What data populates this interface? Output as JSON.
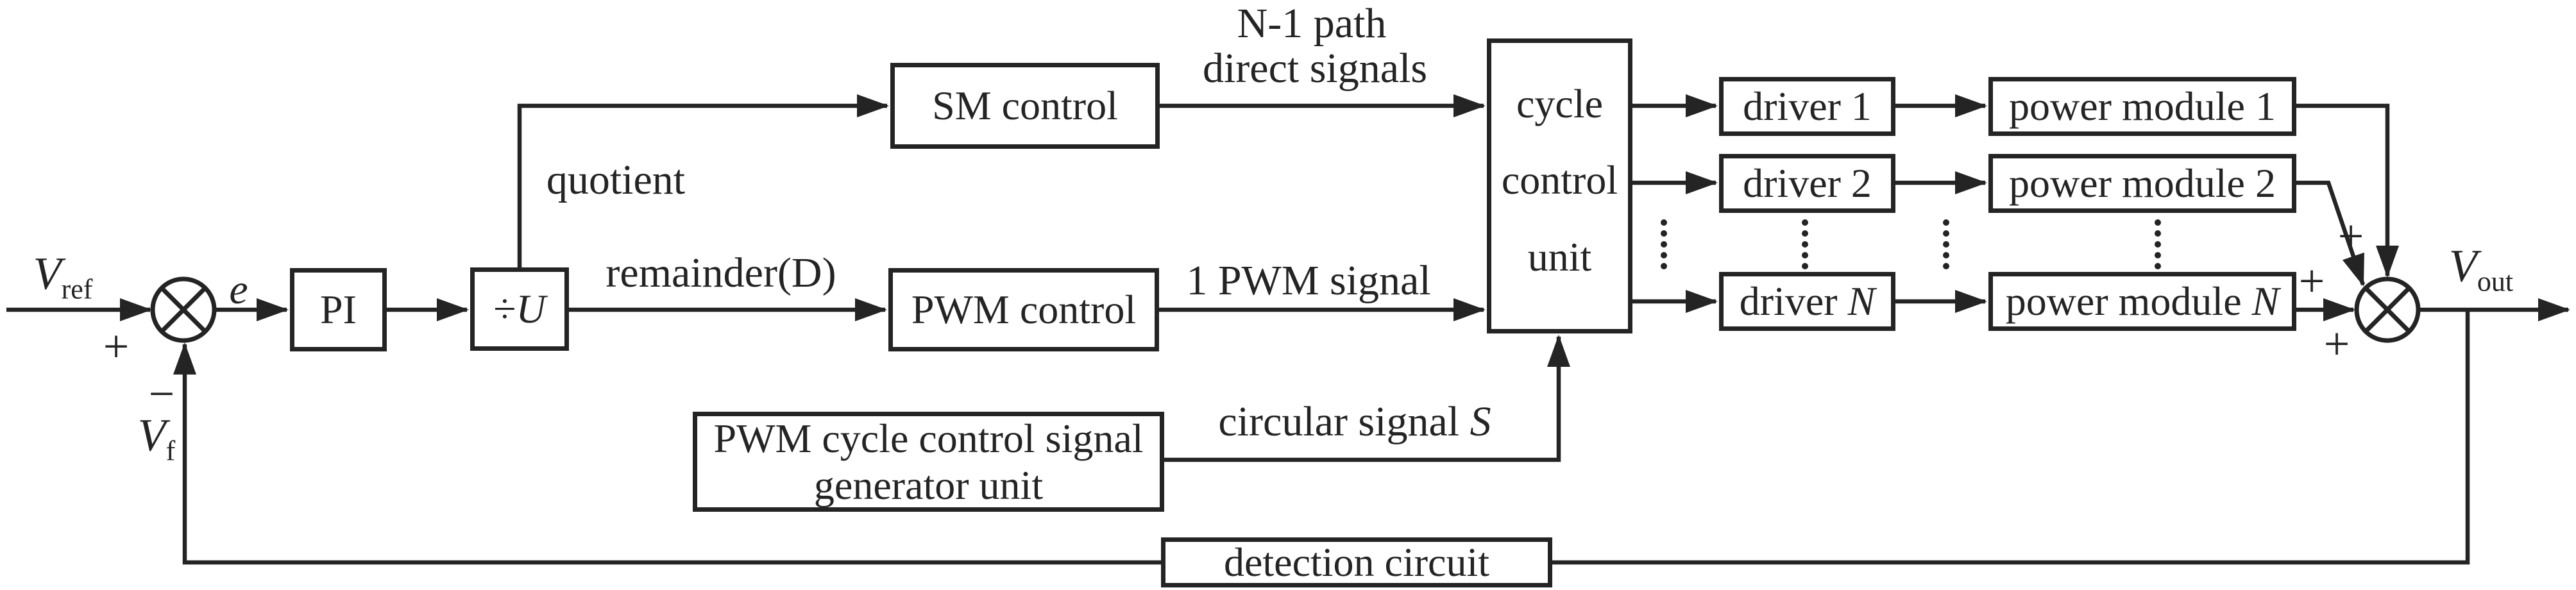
{
  "diagram": {
    "colors": {
      "line": "#242424",
      "background": "#ffffff"
    },
    "blocks": {
      "pi": "PI",
      "divider_op": "÷",
      "divider_var": "U",
      "sm_control": "SM control",
      "pwm_control": "PWM control",
      "cycle_line1": "cycle",
      "cycle_line2": "control",
      "cycle_line3": "unit",
      "driver1": "driver 1",
      "driver2": "driver 2",
      "driverN_prefix": "driver ",
      "driverN_var": "N",
      "pm1": "power module 1",
      "pm2": "power module 2",
      "pmN_prefix": "power module ",
      "pmN_var": "N",
      "generator_line1": "PWM cycle control signal",
      "generator_line2": "generator unit",
      "detection": "detection circuit"
    },
    "signals": {
      "v_ref_base": "V",
      "v_ref_sub": "ref",
      "error": "e",
      "quotient": "quotient",
      "remainder": "remainder(D)",
      "n1_line1": "N-1 path",
      "n1_line2": "direct signals",
      "pwm_signal": "1 PWM signal",
      "circular_prefix": "circular signal ",
      "circular_var": "S",
      "v_out_base": "V",
      "v_out_sub": "out",
      "v_f_base": "V",
      "v_f_sub": "f"
    },
    "operators": {
      "plus_input": "+",
      "minus_feedback": "−",
      "plus_pm2": "+",
      "plus_pmN": "+",
      "plus_bottom": "+"
    }
  }
}
